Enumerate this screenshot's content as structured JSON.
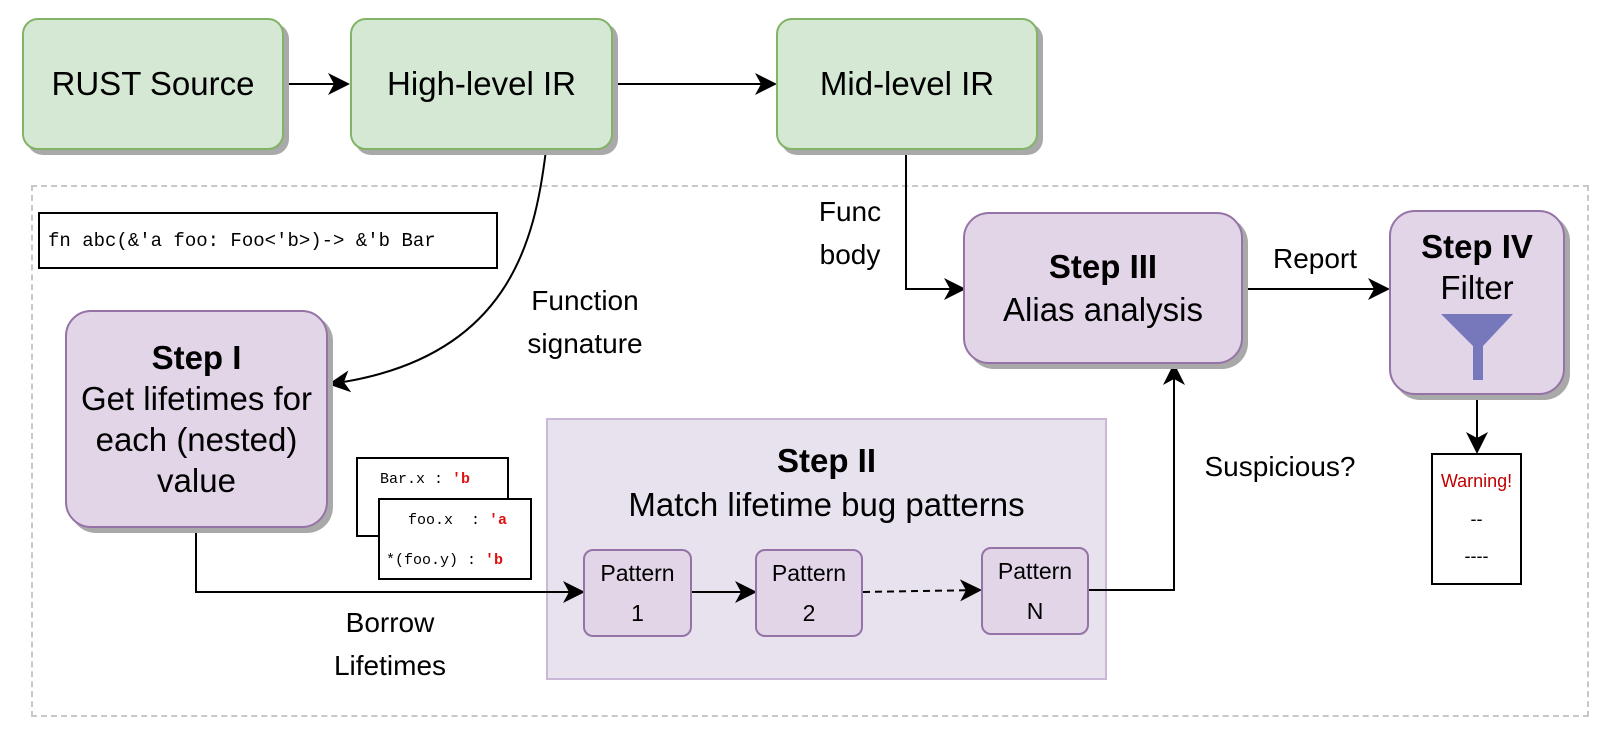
{
  "colors": {
    "stage_fill": "#d5e8d4",
    "stage_stroke": "#82b366",
    "step_fill": "#e1d5e7",
    "step_stroke": "#9673a6",
    "funnel": "#7777bb",
    "warning_text": "#c00000",
    "lifetime_red": "#e01010"
  },
  "pipeline": {
    "rust_source": "RUST Source",
    "high_ir": "High-level IR",
    "mid_ir": "Mid-level IR"
  },
  "code_snippet": "fn abc(&'a foo: Foo<'b>)-> &'b Bar",
  "step1": {
    "title": "Step I",
    "lines": [
      "Get lifetimes for",
      "each (nested)",
      "value"
    ]
  },
  "step2": {
    "title": "Step II",
    "subtitle": "Match lifetime bug patterns"
  },
  "step3": {
    "title": "Step III",
    "subtitle": "Alias analysis"
  },
  "step4": {
    "title": "Step IV",
    "subtitle": "Filter",
    "icon": "funnel-icon"
  },
  "patterns": [
    {
      "label": "Pattern",
      "index": "1"
    },
    {
      "label": "Pattern",
      "index": "2"
    },
    {
      "label": "Pattern",
      "index": "N"
    }
  ],
  "lifetime_cards": {
    "back": [
      {
        "expr": "Bar.x : ",
        "lifetime": "'b"
      }
    ],
    "front": [
      {
        "expr": "foo.x  : ",
        "lifetime": "'a"
      },
      {
        "expr": "*(foo.y) : ",
        "lifetime": "'b"
      }
    ]
  },
  "edge_labels": {
    "function_signature": [
      "Function",
      "signature"
    ],
    "func_body": [
      "Func",
      "body"
    ],
    "report": "Report",
    "suspicious": "Suspicious?",
    "borrow_lifetimes": [
      "Borrow",
      "Lifetimes"
    ]
  },
  "warning_card": {
    "title": "Warning!",
    "line1": "--",
    "line2": "----"
  }
}
